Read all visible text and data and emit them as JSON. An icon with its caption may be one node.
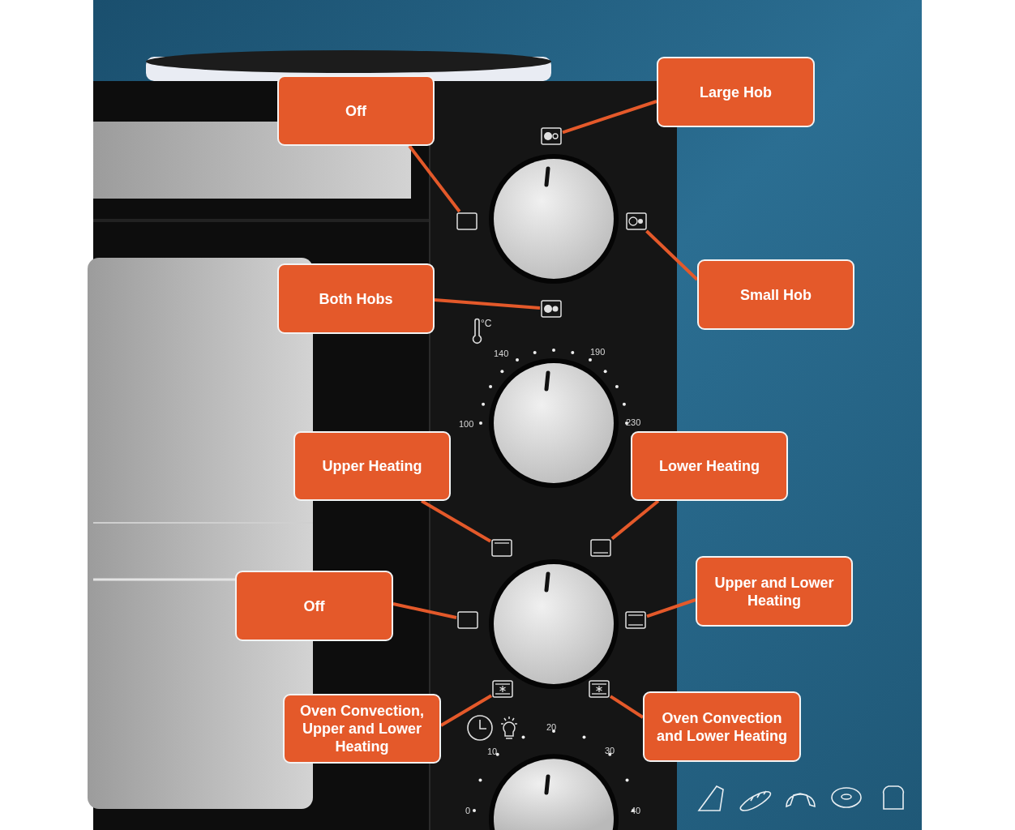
{
  "diagram": {
    "nodes": [
      {
        "text": [
          "Off"
        ]
      },
      {
        "text": [
          "Large Hob"
        ]
      },
      {
        "text": [
          "Small Hob"
        ]
      },
      {
        "text": [
          "Both Hobs"
        ]
      },
      {
        "text": [
          "Upper Heating"
        ]
      },
      {
        "text": [
          "Lower Heating"
        ]
      },
      {
        "text": [
          "Off"
        ]
      },
      {
        "text": [
          "Upper and Lower Heating"
        ]
      },
      {
        "text": [
          "Oven Convection, Upper and Lower Heating"
        ]
      },
      {
        "text": [
          "Oven Convection and Lower Heating"
        ]
      },
      {
        "text": [],
        "shape": "box"
      },
      {
        "text": [],
        "shape": "picture"
      },
      {
        "text": [],
        "shape": "picture"
      },
      {
        "text": [],
        "shape": "picture"
      },
      {
        "text": [],
        "shape": "picture"
      },
      {
        "text": [],
        "shape": "picture"
      },
      {
        "text": [],
        "shape": "box"
      },
      {
        "text": [],
        "shape": "picture"
      },
      {
        "text": [],
        "shape": "picture"
      },
      {
        "text": [],
        "shape": "picture"
      }
    ],
    "edges": [
      {
        "from": 0,
        "to": 10,
        "arrow": "none"
      },
      {
        "from": 1,
        "to": 11,
        "arrow": "none"
      },
      {
        "from": 2,
        "to": 12,
        "arrow": "none"
      },
      {
        "from": 3,
        "to": 13,
        "arrow": "none"
      },
      {
        "from": 4,
        "to": 14,
        "arrow": "none"
      },
      {
        "from": 5,
        "to": 15,
        "arrow": "none"
      },
      {
        "from": 6,
        "to": 16,
        "arrow": "none"
      },
      {
        "from": 7,
        "to": 17,
        "arrow": "none"
      },
      {
        "from": 8,
        "to": 18,
        "arrow": "none"
      },
      {
        "from": 9,
        "to": 19,
        "arrow": "none"
      }
    ],
    "labels": [
      "°C",
      "140",
      "190",
      "100",
      "230",
      "20",
      "10",
      "30",
      "0",
      "40"
    ]
  }
}
